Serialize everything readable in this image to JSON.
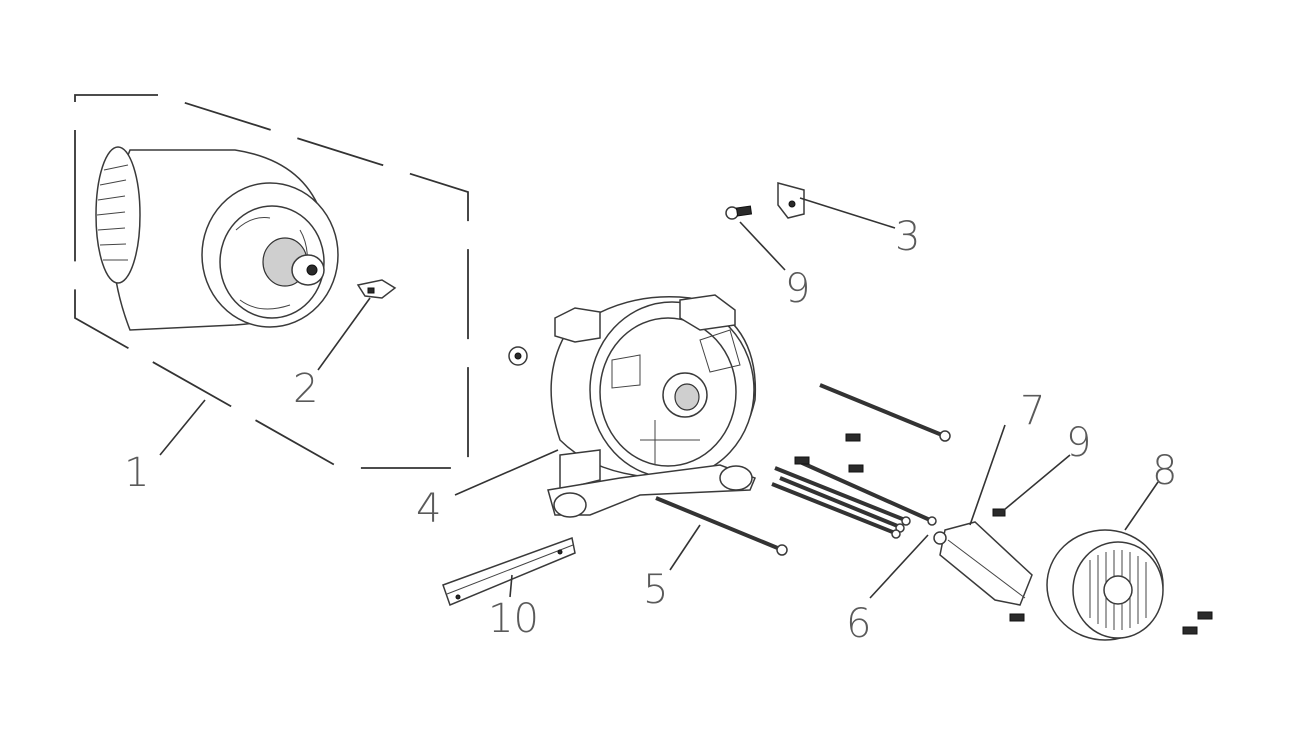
{
  "callouts": [
    {
      "id": "1",
      "text": "1"
    },
    {
      "id": "2",
      "text": "2"
    },
    {
      "id": "3",
      "text": "3"
    },
    {
      "id": "4",
      "text": "4"
    },
    {
      "id": "5",
      "text": "5"
    },
    {
      "id": "6",
      "text": "6"
    },
    {
      "id": "7",
      "text": "7"
    },
    {
      "id": "8",
      "text": "8"
    },
    {
      "id": "9a",
      "text": "9"
    },
    {
      "id": "9b",
      "text": "9"
    },
    {
      "id": "10",
      "text": "10"
    }
  ]
}
